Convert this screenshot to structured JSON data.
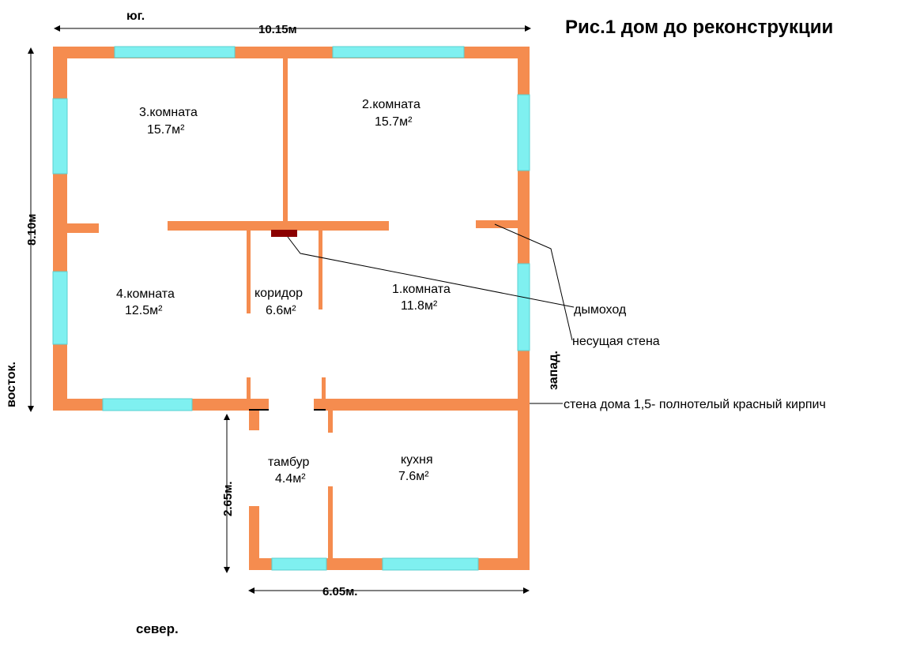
{
  "title": "Рис.1 дом до реконструкции",
  "compass": {
    "south": "юг.",
    "north": "север.",
    "east": "восток.",
    "west": "запад."
  },
  "dimensions": {
    "top_width": "10.15м",
    "left_height": "8.10м",
    "annex_height": "2.65м.",
    "annex_width": "6.05м."
  },
  "rooms": [
    {
      "name": "3.комната",
      "area": "15.7м²"
    },
    {
      "name": "2.комната",
      "area": "15.7м²"
    },
    {
      "name": "4.комната",
      "area": "12.5м²"
    },
    {
      "name": "коридор",
      "area": "6.6м²"
    },
    {
      "name": "1.комната",
      "area": "11.8м²"
    },
    {
      "name": "тамбур",
      "area": "4.4м²"
    },
    {
      "name": "кухня",
      "area": "7.6м²"
    }
  ],
  "annotations": {
    "chimney": "дымоход",
    "load_bearing_wall": "несущая стена",
    "house_wall": "стена дома 1,5- полнотелый красный  кирпич"
  },
  "colors": {
    "wall": "#f58c4f",
    "window": "#7ff0f0",
    "chimney": "#8b0000",
    "line": "#000000"
  }
}
